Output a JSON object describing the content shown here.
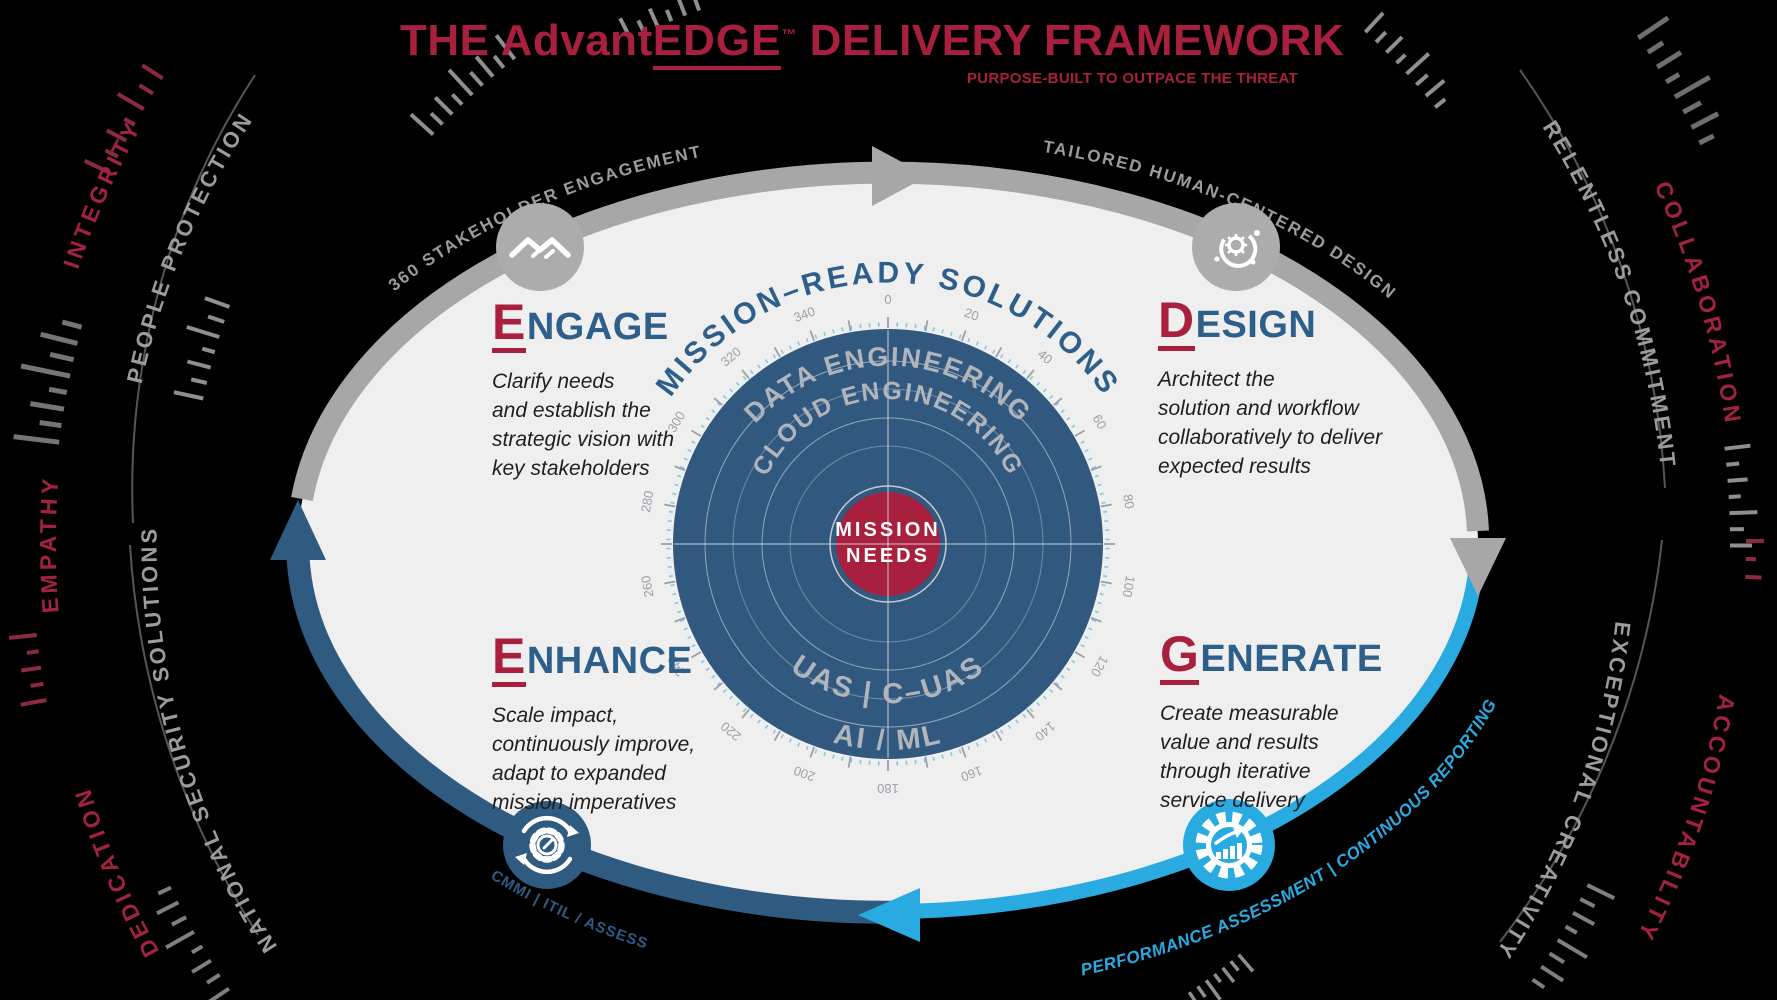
{
  "title": {
    "prefix": "THE Advant",
    "brand": "EDGE",
    "tm": "™",
    "suffix": " DELIVERY FRAMEWORK",
    "tagline": "PURPOSE-BUILT TO OUTPACE THE THREAT"
  },
  "quadrants": {
    "engage": {
      "initial": "E",
      "rest": "NGAGE",
      "desc": "Clarify needs\nand establish the\nstrategic vision with\nkey stakeholders"
    },
    "design": {
      "initial": "D",
      "rest": "ESIGN",
      "desc": "Architect the\nsolution and workflow\ncollaboratively to deliver\nexpected results"
    },
    "enhance": {
      "initial": "E",
      "rest": "NHANCE",
      "desc": "Scale impact,\ncontinuously improve,\nadapt to expanded\nmission imperatives"
    },
    "generate": {
      "initial": "G",
      "rest": "ENERATE",
      "desc": "Create measurable\nvalue and results\nthrough iterative\nservice delivery"
    }
  },
  "center": {
    "line1": "MISSION",
    "line2": "NEEDS"
  },
  "rings": {
    "halo": "MISSION–READY SOLUTIONS",
    "outer_top": "DATA ENGINEERING",
    "inner_top": "CLOUD ENGINEERING",
    "inner_bottom": "UAS | C–UAS",
    "outer_bottom": "AI / ML"
  },
  "compass": {
    "degrees": [
      0,
      20,
      40,
      60,
      80,
      100,
      120,
      140,
      160,
      180,
      200,
      220,
      240,
      260,
      280,
      300,
      320,
      340
    ]
  },
  "orbit": {
    "stakeholder": "360 STAKEHOLDER ENGAGEMENT",
    "tailored": "TAILORED HUMAN-CENTERED DESIGN",
    "integrity": "INTEGRITY",
    "people_protection": "PEOPLE PROTECTION",
    "empathy": "EMPATHY",
    "national_security": "NATIONAL SECURITY SOLUTIONS",
    "dedication": "DEDICATION",
    "relentless": "RELENTLESS COMMITMENT",
    "collaboration": "COLLABORATION",
    "exceptional": "EXCEPTIONAL CREATIVITY",
    "accountability": "ACCOUNTABILITY",
    "cmmi": "CMMI | ITIL / ASSESS",
    "performance": "PERFORMANCE ASSESSMENT | CONTINUOUS REPORTING"
  },
  "colors": {
    "crimson": "#A8203E",
    "steel_blue": "#2E5F8A",
    "compass_blue": "#31587E",
    "cyan": "#29ABE2",
    "arc_gray": "#A7A7A7",
    "panel": "#EFEFF0"
  }
}
